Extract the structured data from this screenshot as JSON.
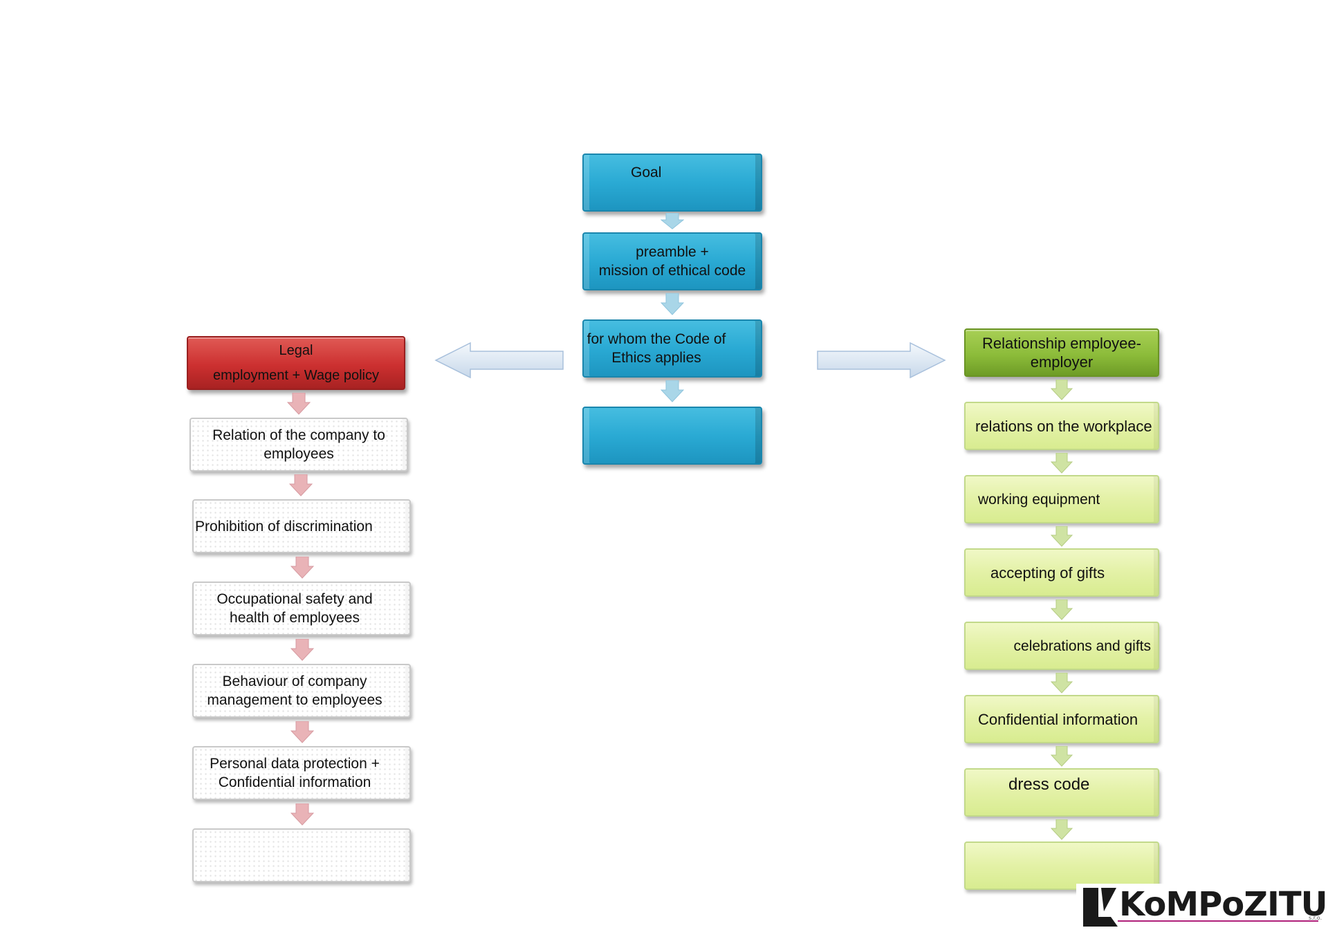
{
  "center": {
    "goal": "Goal",
    "preamble": "preamble +\nmission of ethical code",
    "for_whom": "for whom the Code of\nEthics applies",
    "empty": ""
  },
  "left": {
    "header": "Legal\n\nemployment + Wage policy",
    "items": [
      "Relation of the company to\nemployees",
      "Prohibition of discrimination",
      "Occupational safety and\nhealth of employees",
      "Behaviour of company\nmanagement to employees",
      "Personal data protection +\nConfidential information",
      ""
    ]
  },
  "right": {
    "header": "Relationship employee-\nemployer",
    "items": [
      "relations on the workplace",
      "working equipment",
      "accepting of gifts",
      "celebrations and gifts",
      "Confidential information",
      "dress code",
      ""
    ]
  },
  "logo": {
    "text": "KoMPoZITUM",
    "suffix": "s.r.o."
  },
  "colors": {
    "center": "#2aaad4",
    "left_header": "#cc3030",
    "right_header": "#8cbc3a",
    "right_items": "#e3f1a6",
    "left_arrows": "#e9b3b7",
    "right_arrows": "#cfe3a3",
    "center_arrows": "#a9d6e8",
    "logo_underline": "#b0207a"
  }
}
